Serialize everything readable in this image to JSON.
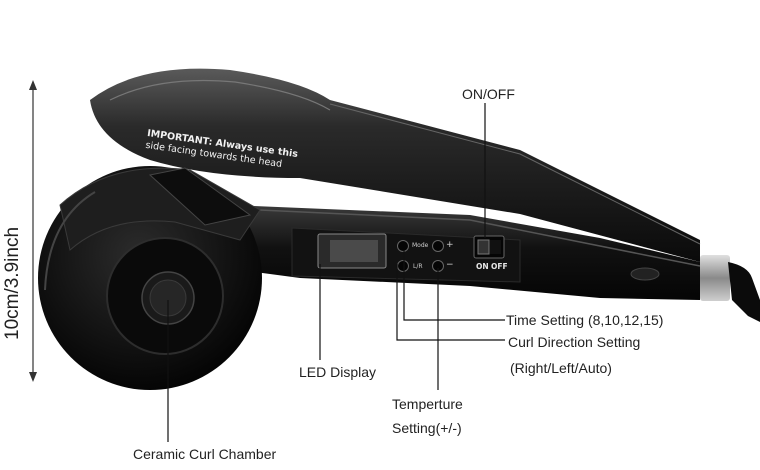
{
  "dimension": {
    "text": "10cm/3.9inch"
  },
  "warning": {
    "line1": "IMPORTANT: Always use this",
    "line2": "side facing towards the head"
  },
  "controls": {
    "mode": "Mode",
    "lr": "L/R",
    "plus": "+",
    "minus": "−",
    "on": "ON",
    "off": "OFF"
  },
  "callouts": {
    "on_off": "ON/OFF",
    "time_setting": "Time Setting (8,10,12,15)",
    "curl_direction": "Curl Direction Setting",
    "curl_direction_options": "(Right/Left/Auto)",
    "led_display": "LED Display",
    "temperature_line1": "Temperture",
    "temperature_line2": "Setting(+/-)",
    "curl_chamber": "Ceramic Curl Chamber"
  }
}
